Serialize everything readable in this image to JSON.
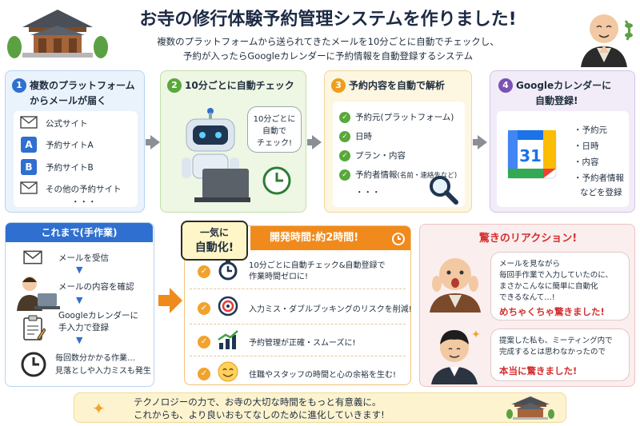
{
  "header": {
    "title": "お寺の修行体験予約管理システムを作りました!",
    "subtitle_1": "複数のプラットフォームから送られてきたメールを10分ごとに自動でチェックし、",
    "subtitle_2": "予約が入ったらGoogleカレンダーに予約情報を自動登録するシステム"
  },
  "steps": [
    {
      "num": "1",
      "title_1": "複数のプラットフォーム",
      "title_2": "からメールが届く",
      "items": [
        "公式サイト",
        "予約サイトA",
        "予約サイトB",
        "その他の予約サイト"
      ],
      "more": "・・・",
      "badge_a": "A",
      "badge_b": "B"
    },
    {
      "num": "2",
      "title": "10分ごとに自動チェック",
      "bubble_1": "10分ごとに",
      "bubble_2": "自動で",
      "bubble_3": "チェック!"
    },
    {
      "num": "3",
      "title": "予約内容を自動で解析",
      "items": [
        "予約元(プラットフォーム)",
        "日時",
        "プラン・内容",
        "予約者情報"
      ],
      "item4_note": "(名前・連絡先など)",
      "more": "・・・"
    },
    {
      "num": "4",
      "title_1": "Googleカレンダーに",
      "title_2": "自動登録!",
      "calendar_day": "31",
      "items": [
        "・予約元",
        "・日時",
        "・内容",
        "・予約者情報"
      ],
      "items_tail": "などを登録"
    }
  ],
  "manual": {
    "title": "これまで(手作業)",
    "steps": [
      "メールを受信",
      "メールの内容を確認",
      "Googleカレンダーに",
      "手入力で登録",
      "毎回数分かかる作業…",
      "見落としや入力ミスも発生"
    ]
  },
  "benefits": {
    "badge_1": "一気に",
    "badge_2": "自動化!",
    "dev_time": "開発時間:約2時間!",
    "items": [
      "10分ごとに自動チェック&自動登録で",
      "作業時間ゼロに!",
      "入力ミス・ダブルブッキングのリスクを削減!",
      "予約管理が正確・スムーズに!",
      "住職やスタッフの時間と心の余裕を生む!"
    ]
  },
  "reaction": {
    "title": "驚きのリアクション!",
    "monk_quote": [
      "メールを見ながら",
      "毎回手作業で入力していたのに、",
      "まさかこんなに簡単に自動化",
      "できるなんて…!"
    ],
    "monk_emph": "めちゃくちゃ驚きました!",
    "dev_quote": [
      "提案した私も、ミーティング内で",
      "完成するとは思わなかったので"
    ],
    "dev_emph": "本当に驚きました!"
  },
  "footer": {
    "line_1": "テクノロジーの力で、お寺の大切な時間をもっと有意義に。",
    "line_2": "これからも、より良いおもてなしのために進化していきます!"
  }
}
